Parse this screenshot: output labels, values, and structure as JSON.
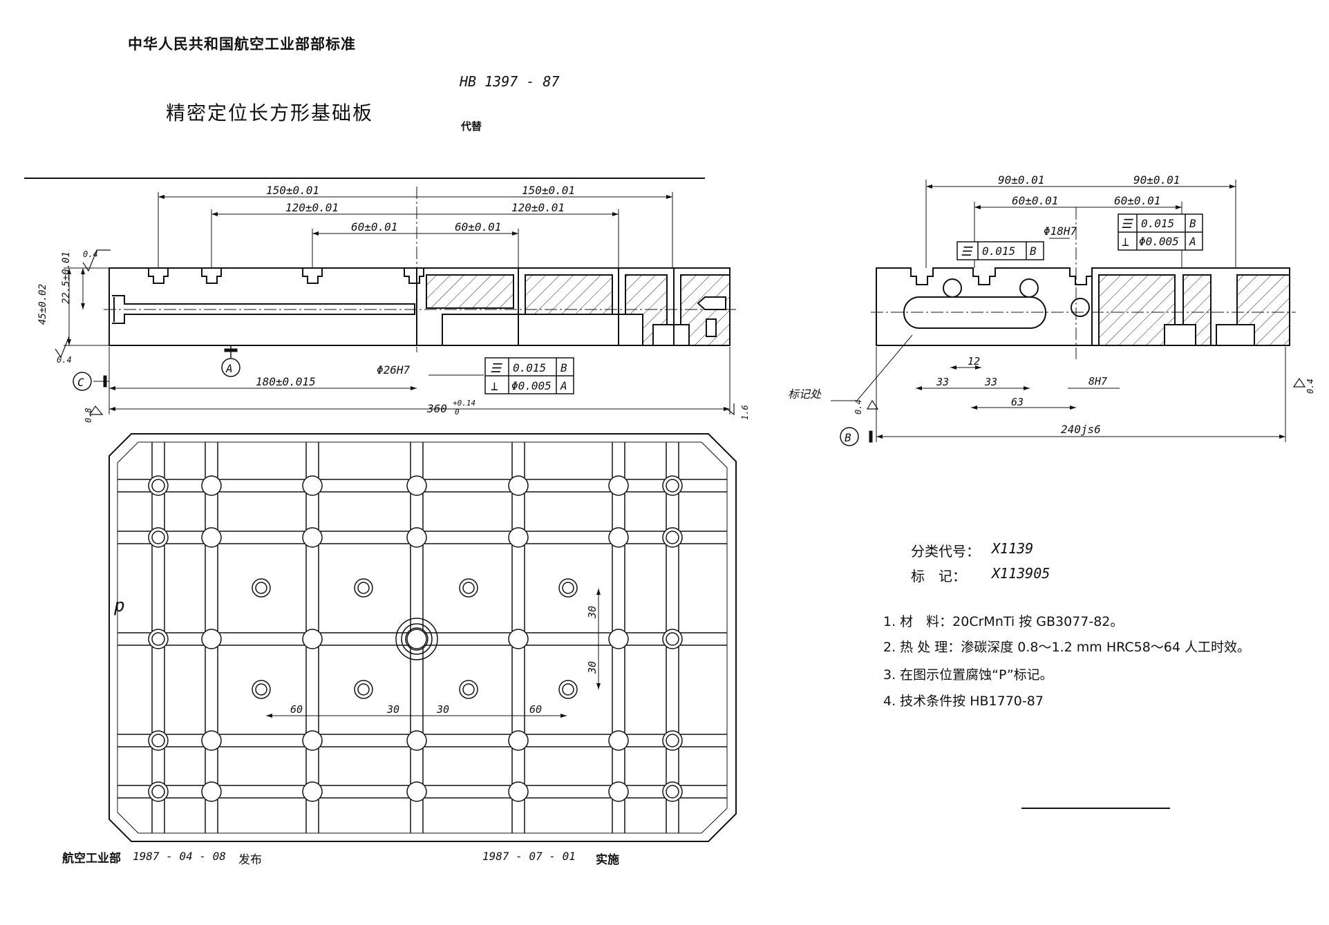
{
  "header": {
    "org": "中华人民共和国航空工业部部标准",
    "std_no": "HB 1397 - 87",
    "title": "精密定位长方形基础板",
    "replaces": "代替"
  },
  "front_view": {
    "dim_150_left": "150±0.01",
    "dim_150_right": "150±0.01",
    "dim_120_left": "120±0.01",
    "dim_120_right": "120±0.01",
    "dim_60_left": "60±0.01",
    "dim_60_right": "60±0.01",
    "roughness_top": "0.4",
    "height_45": "45±0.02",
    "height_22": "22.5±0.01",
    "roughness_bottom": "0.4",
    "roughness_side": "0.8",
    "roughness_right": "1.6",
    "datum_a": "A",
    "datum_c": "C",
    "bore": "Φ26H7",
    "dim_180": "180±0.015",
    "dim_360": "360",
    "dim_360_tol": "+0.14",
    "dim_360_tol_low": "0",
    "fcf": [
      {
        "symbol": "☰",
        "value": "0.015",
        "datum": "B"
      },
      {
        "symbol": "⊥",
        "value": "Φ0.005",
        "datum": "A"
      }
    ]
  },
  "side_view": {
    "dim_90_left": "90±0.01",
    "dim_90_right": "90±0.01",
    "dim_60_left": "60±0.01",
    "dim_60_right": "60±0.01",
    "bore": "Φ18H7",
    "fcf_left": {
      "symbol": "☰",
      "value": "0.015",
      "datum": "B"
    },
    "fcf_right": [
      {
        "symbol": "☰",
        "value": "0.015",
        "datum": "B"
      },
      {
        "symbol": "⊥",
        "value": "Φ0.005",
        "datum": "A"
      }
    ],
    "mark_label": "标记处",
    "dim_12": "12",
    "dim_33a": "33",
    "dim_33b": "33",
    "dim_63": "63",
    "slot": "8H7",
    "dim_240": "240js6",
    "datum_b": "B",
    "roughness_left": "0.4",
    "roughness_right": "0.4"
  },
  "plan_view": {
    "p_mark": "p",
    "dims": [
      "60",
      "30",
      "30",
      "60"
    ],
    "vert_dims": [
      "30",
      "30"
    ]
  },
  "info": {
    "class_code_label": "分类代号：",
    "class_code": "X1139",
    "mark_label": "标　记：",
    "mark": "X113905"
  },
  "notes": [
    "1.  材　料：20CrMnTi  按 GB3077-82。",
    "2.  热 处 理：渗碳深度  0.8～1.2 mm  HRC58～64  人工时效。",
    "3.  在图示位置腐蚀“P”标记。",
    "4.  技术条件按 HB1770-87"
  ],
  "footer": {
    "issuer": "航空工业部",
    "issue_date": "1987 - 04 - 08",
    "issue_label": "发布",
    "impl_date": "1987 - 07 - 01",
    "impl_label": "实施"
  }
}
